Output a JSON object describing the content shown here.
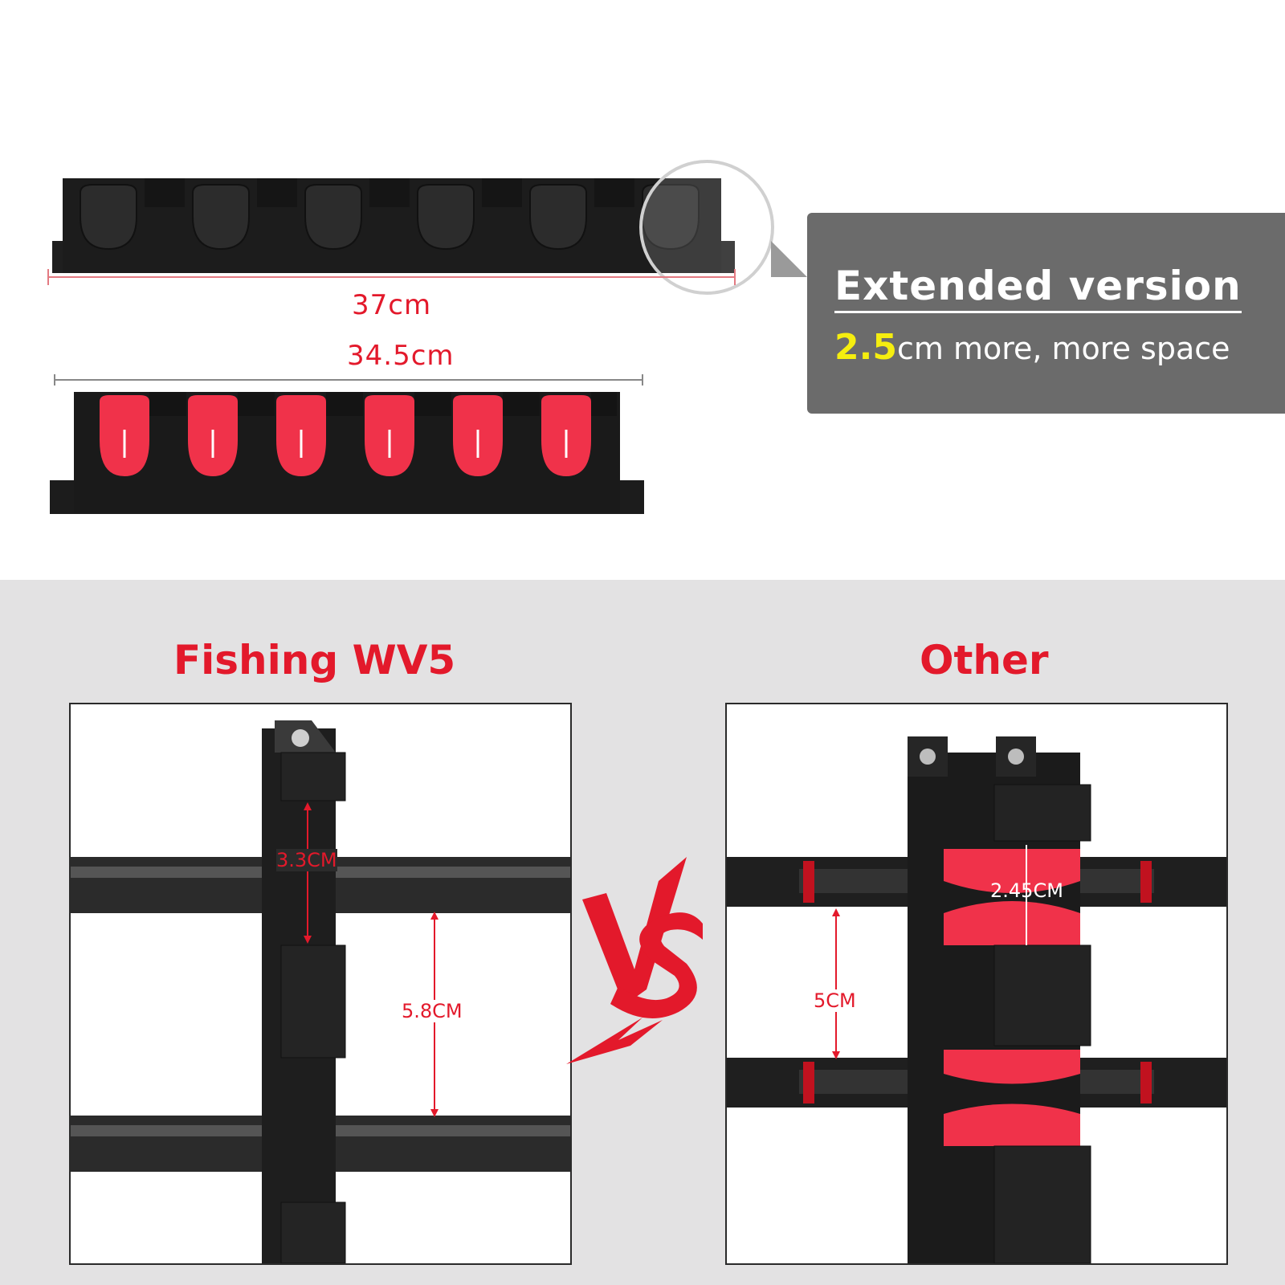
{
  "top_section": {
    "extended_length": "37cm",
    "standard_length": "34.5cm"
  },
  "callout": {
    "title": "Extended version",
    "highlight_value": "2.5",
    "subtitle_rest": "cm more, more space"
  },
  "comparison": {
    "left": {
      "heading": "Fishing WV5",
      "slot_gap": "3.3CM",
      "spacing": "5.8CM"
    },
    "vs_label": "VS",
    "right": {
      "heading": "Other",
      "slot_gap": "2.45CM",
      "spacing": "5CM"
    }
  },
  "colors": {
    "accent_red": "#e3192b",
    "highlight_yellow": "#f5ee0f",
    "callout_gray": "#6b6b6b",
    "rack_black": "#1c1c1c",
    "foam_red": "#f0324a"
  }
}
